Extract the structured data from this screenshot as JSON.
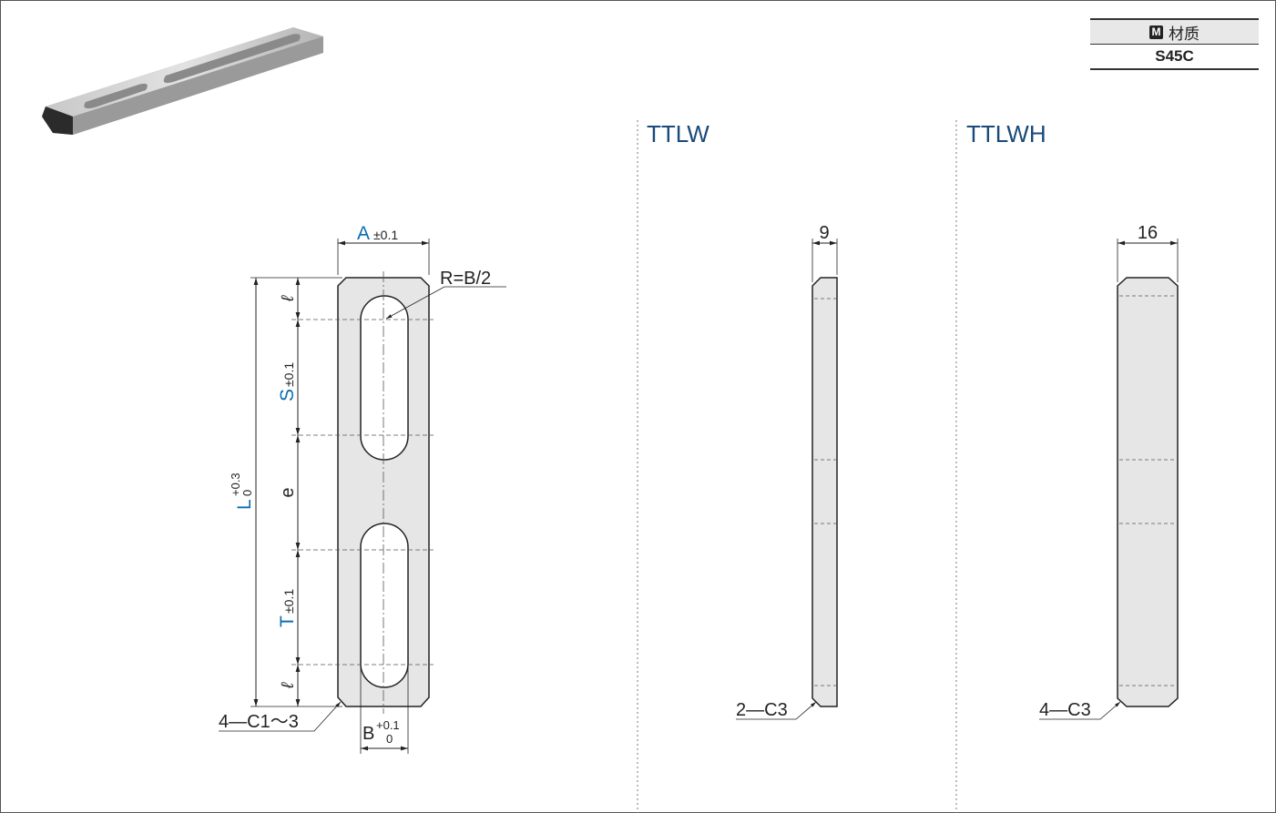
{
  "material": {
    "header_label": "材质",
    "header_icon": "M",
    "value": "S45C"
  },
  "views": {
    "ttlw_title": "TTLW",
    "ttlwh_title": "TTLWH"
  },
  "dims": {
    "a_sym": "A",
    "a_tol": "±0.1",
    "radius_note": "R=B/2",
    "ell": "ℓ",
    "s_sym": "S",
    "s_tol": "±0.1",
    "e_sym": "e",
    "t_sym": "T",
    "t_tol": "±0.1",
    "l_sym": "L",
    "l_tol_upper": "+0.3",
    "l_tol_lower": "0",
    "b_sym": "B",
    "b_tol_upper": "+0.1",
    "b_tol_lower": "0",
    "chamfer_main": "4—C1～3",
    "ttlw_thickness": "9",
    "ttlw_chamfer": "2—C3",
    "ttlwh_thickness": "16",
    "ttlwh_chamfer": "4—C3"
  },
  "colors": {
    "dimension_symbol": "#0b6db3",
    "view_title": "#1a4a7a",
    "part_fill": "#e6e6e6",
    "line": "#222222"
  }
}
